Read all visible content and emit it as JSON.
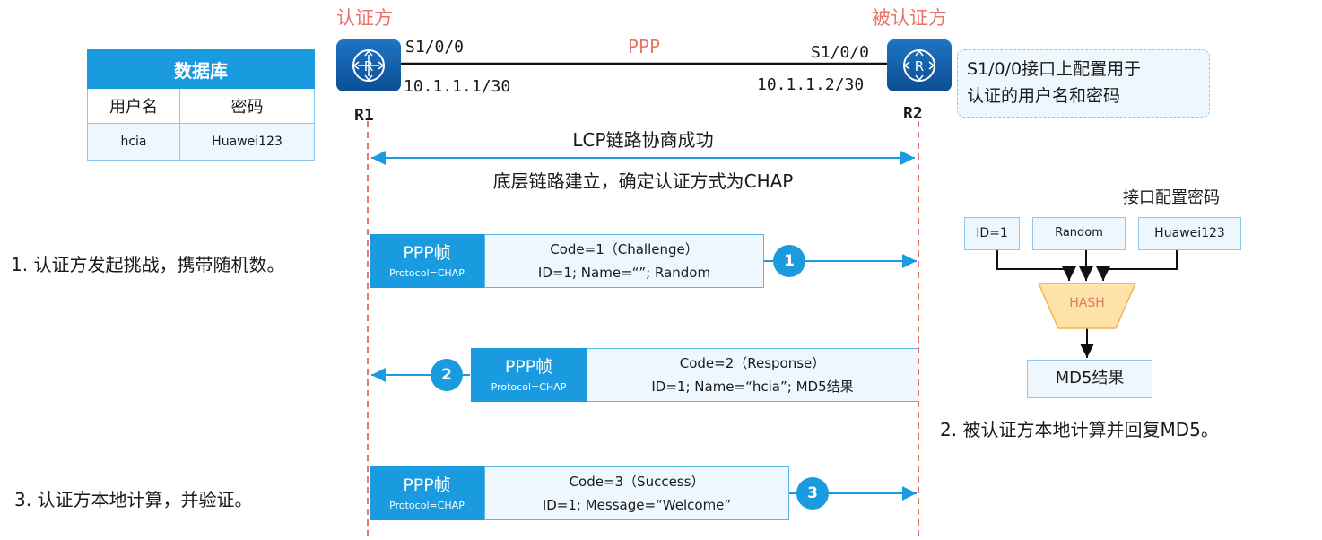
{
  "roles": {
    "authenticator": "认证方",
    "authenticatee": "被认证方"
  },
  "link": {
    "protocol": "PPP",
    "r1_interface": "S1/0/0",
    "r1_ip": "10.1.1.1/30",
    "r2_interface": "S1/0/0",
    "r2_ip": "10.1.1.2/30",
    "r1_label": "R1",
    "r2_label": "R2"
  },
  "database": {
    "title": "数据库",
    "headers": [
      "用户名",
      "密码"
    ],
    "row": [
      "hcia",
      "Huawei123"
    ]
  },
  "note": {
    "line1": "S1/0/0接口上配置用于",
    "line2": "认证的用户名和密码"
  },
  "lcp": {
    "top": "LCP链路协商成功",
    "bottom": "底层链路建立，确定认证方式为CHAP"
  },
  "frames": [
    {
      "title": "PPP帧",
      "sub": "Protocol=CHAP",
      "line1": "Code=1（Challenge）",
      "line2": "ID=1; Name=“”; Random",
      "badge": "1"
    },
    {
      "title": "PPP帧",
      "sub": "Protocol=CHAP",
      "line1": "Code=2（Response）",
      "line2": "ID=1; Name=“hcia”; MD5结果",
      "badge": "2"
    },
    {
      "title": "PPP帧",
      "sub": "Protocol=CHAP",
      "line1": "Code=3（Success）",
      "line2": "ID=1; Message=“Welcome”",
      "badge": "3"
    }
  ],
  "steps": {
    "s1": "1. 认证方发起挑战，携带随机数。",
    "s2": "2. 被认证方本地计算并回复MD5。",
    "s3": "3. 认证方本地计算，并验证。"
  },
  "hash": {
    "title": "接口配置密码",
    "inputs": [
      "ID=1",
      "Random",
      "Huawei123"
    ],
    "func": "HASH",
    "result": "MD5结果"
  },
  "colors": {
    "blue": "#1a9be0",
    "role": "#e8736b",
    "dashed": "#e8736b"
  }
}
